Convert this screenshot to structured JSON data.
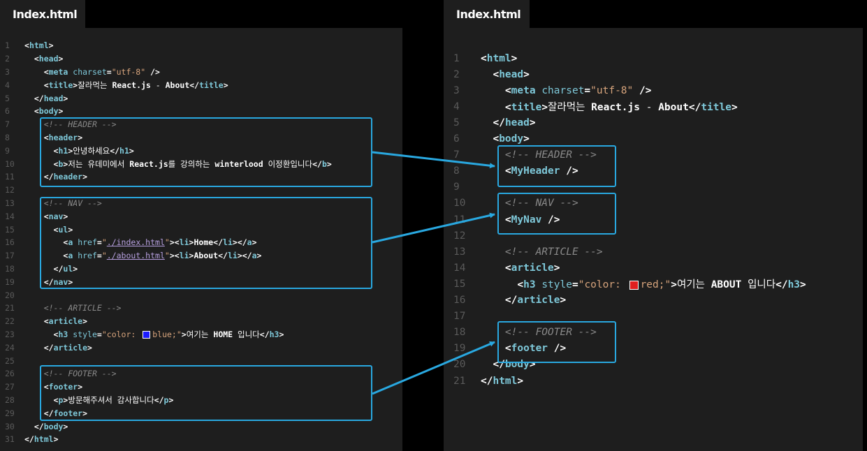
{
  "left": {
    "tab_title": "Index.html",
    "lines": [
      {
        "n": "1",
        "tokens": [
          [
            "tag",
            "<"
          ],
          [
            "tname",
            "html"
          ],
          [
            "tag",
            ">"
          ]
        ]
      },
      {
        "n": "2",
        "tokens": [
          [
            "code",
            "  "
          ],
          [
            "tag",
            "<"
          ],
          [
            "tname",
            "head"
          ],
          [
            "tag",
            ">"
          ]
        ]
      },
      {
        "n": "3",
        "tokens": [
          [
            "code",
            "    "
          ],
          [
            "tag",
            "<"
          ],
          [
            "tname",
            "meta"
          ],
          [
            "code",
            " "
          ],
          [
            "attr",
            "charset"
          ],
          [
            "tag",
            "="
          ],
          [
            "str",
            "\"utf-8\""
          ],
          [
            "tag",
            " />"
          ]
        ]
      },
      {
        "n": "4",
        "tokens": [
          [
            "code",
            "    "
          ],
          [
            "tag",
            "<"
          ],
          [
            "tname",
            "title"
          ],
          [
            "tag",
            ">"
          ],
          [
            "txt",
            "잘라먹는 "
          ],
          [
            "bold",
            "React.js"
          ],
          [
            "txt",
            " - "
          ],
          [
            "bold",
            "About"
          ],
          [
            "tag",
            "</"
          ],
          [
            "tname",
            "title"
          ],
          [
            "tag",
            ">"
          ]
        ]
      },
      {
        "n": "5",
        "tokens": [
          [
            "code",
            "  "
          ],
          [
            "tag",
            "</"
          ],
          [
            "tname",
            "head"
          ],
          [
            "tag",
            ">"
          ]
        ]
      },
      {
        "n": "6",
        "tokens": [
          [
            "code",
            "  "
          ],
          [
            "tag",
            "<"
          ],
          [
            "tname",
            "body"
          ],
          [
            "tag",
            ">"
          ]
        ]
      },
      {
        "n": "7",
        "tokens": [
          [
            "code",
            "    "
          ],
          [
            "cmt",
            "<!-- HEADER -->"
          ]
        ]
      },
      {
        "n": "8",
        "tokens": [
          [
            "code",
            "    "
          ],
          [
            "tag",
            "<"
          ],
          [
            "tname",
            "header"
          ],
          [
            "tag",
            ">"
          ]
        ]
      },
      {
        "n": "9",
        "tokens": [
          [
            "code",
            "      "
          ],
          [
            "tag",
            "<"
          ],
          [
            "tname",
            "h1"
          ],
          [
            "tag",
            ">"
          ],
          [
            "txt",
            "안녕하세요"
          ],
          [
            "tag",
            "</"
          ],
          [
            "tname",
            "h1"
          ],
          [
            "tag",
            ">"
          ]
        ]
      },
      {
        "n": "10",
        "tokens": [
          [
            "code",
            "      "
          ],
          [
            "tag",
            "<"
          ],
          [
            "tname",
            "b"
          ],
          [
            "tag",
            ">"
          ],
          [
            "txt",
            "저는 유데미에서 "
          ],
          [
            "bold",
            "React.js"
          ],
          [
            "txt",
            "를 강의하는 "
          ],
          [
            "bold",
            "winterlood"
          ],
          [
            "txt",
            " 이정환입니다"
          ],
          [
            "tag",
            "</"
          ],
          [
            "tname",
            "b"
          ],
          [
            "tag",
            ">"
          ]
        ]
      },
      {
        "n": "11",
        "tokens": [
          [
            "code",
            "    "
          ],
          [
            "tag",
            "</"
          ],
          [
            "tname",
            "header"
          ],
          [
            "tag",
            ">"
          ]
        ]
      },
      {
        "n": "12",
        "tokens": []
      },
      {
        "n": "13",
        "tokens": [
          [
            "code",
            "    "
          ],
          [
            "cmt",
            "<!-- NAV -->"
          ]
        ]
      },
      {
        "n": "14",
        "tokens": [
          [
            "code",
            "    "
          ],
          [
            "tag",
            "<"
          ],
          [
            "tname",
            "nav"
          ],
          [
            "tag",
            ">"
          ]
        ]
      },
      {
        "n": "15",
        "tokens": [
          [
            "code",
            "      "
          ],
          [
            "tag",
            "<"
          ],
          [
            "tname",
            "ul"
          ],
          [
            "tag",
            ">"
          ]
        ]
      },
      {
        "n": "16",
        "tokens": [
          [
            "code",
            "        "
          ],
          [
            "tag",
            "<"
          ],
          [
            "tname",
            "a"
          ],
          [
            "code",
            " "
          ],
          [
            "attr",
            "href"
          ],
          [
            "tag",
            "="
          ],
          [
            "str",
            "\""
          ],
          [
            "val",
            "./index.html"
          ],
          [
            "str",
            "\""
          ],
          [
            "tag",
            "><"
          ],
          [
            "tname",
            "li"
          ],
          [
            "tag",
            ">"
          ],
          [
            "bold",
            "Home"
          ],
          [
            "tag",
            "</"
          ],
          [
            "tname",
            "li"
          ],
          [
            "tag",
            "></"
          ],
          [
            "tname",
            "a"
          ],
          [
            "tag",
            ">"
          ]
        ]
      },
      {
        "n": "17",
        "tokens": [
          [
            "code",
            "        "
          ],
          [
            "tag",
            "<"
          ],
          [
            "tname",
            "a"
          ],
          [
            "code",
            " "
          ],
          [
            "attr",
            "href"
          ],
          [
            "tag",
            "="
          ],
          [
            "str",
            "\""
          ],
          [
            "val",
            "./about.html"
          ],
          [
            "str",
            "\""
          ],
          [
            "tag",
            "><"
          ],
          [
            "tname",
            "li"
          ],
          [
            "tag",
            ">"
          ],
          [
            "bold",
            "About"
          ],
          [
            "tag",
            "</"
          ],
          [
            "tname",
            "li"
          ],
          [
            "tag",
            "></"
          ],
          [
            "tname",
            "a"
          ],
          [
            "tag",
            ">"
          ]
        ]
      },
      {
        "n": "18",
        "tokens": [
          [
            "code",
            "      "
          ],
          [
            "tag",
            "</"
          ],
          [
            "tname",
            "ul"
          ],
          [
            "tag",
            ">"
          ]
        ]
      },
      {
        "n": "19",
        "tokens": [
          [
            "code",
            "    "
          ],
          [
            "tag",
            "</"
          ],
          [
            "tname",
            "nav"
          ],
          [
            "tag",
            ">"
          ]
        ]
      },
      {
        "n": "20",
        "tokens": []
      },
      {
        "n": "21",
        "tokens": [
          [
            "code",
            "    "
          ],
          [
            "cmt",
            "<!-- ARTICLE -->"
          ]
        ]
      },
      {
        "n": "22",
        "tokens": [
          [
            "code",
            "    "
          ],
          [
            "tag",
            "<"
          ],
          [
            "tname",
            "article"
          ],
          [
            "tag",
            ">"
          ]
        ]
      },
      {
        "n": "23",
        "tokens": [
          [
            "code",
            "      "
          ],
          [
            "tag",
            "<"
          ],
          [
            "tname",
            "h3"
          ],
          [
            "code",
            " "
          ],
          [
            "attr",
            "style"
          ],
          [
            "tag",
            "="
          ],
          [
            "str",
            "\"color: "
          ],
          [
            "swatch",
            "#1c1cff"
          ],
          [
            "str",
            "blue;\""
          ],
          [
            "tag",
            ">"
          ],
          [
            "txt",
            "여기는 "
          ],
          [
            "bold",
            "HOME"
          ],
          [
            "txt",
            " 입니다"
          ],
          [
            "tag",
            "</"
          ],
          [
            "tname",
            "h3"
          ],
          [
            "tag",
            ">"
          ]
        ]
      },
      {
        "n": "24",
        "tokens": [
          [
            "code",
            "    "
          ],
          [
            "tag",
            "</"
          ],
          [
            "tname",
            "article"
          ],
          [
            "tag",
            ">"
          ]
        ]
      },
      {
        "n": "25",
        "tokens": []
      },
      {
        "n": "26",
        "tokens": [
          [
            "code",
            "    "
          ],
          [
            "cmt",
            "<!-- FOOTER -->"
          ]
        ]
      },
      {
        "n": "27",
        "tokens": [
          [
            "code",
            "    "
          ],
          [
            "tag",
            "<"
          ],
          [
            "tname",
            "footer"
          ],
          [
            "tag",
            ">"
          ]
        ]
      },
      {
        "n": "28",
        "tokens": [
          [
            "code",
            "      "
          ],
          [
            "tag",
            "<"
          ],
          [
            "tname",
            "p"
          ],
          [
            "tag",
            ">"
          ],
          [
            "txt",
            "방문해주셔서 감사합니다"
          ],
          [
            "tag",
            "</"
          ],
          [
            "tname",
            "p"
          ],
          [
            "tag",
            ">"
          ]
        ]
      },
      {
        "n": "29",
        "tokens": [
          [
            "code",
            "    "
          ],
          [
            "tag",
            "</"
          ],
          [
            "tname",
            "footer"
          ],
          [
            "tag",
            ">"
          ]
        ]
      },
      {
        "n": "30",
        "tokens": [
          [
            "code",
            "  "
          ],
          [
            "tag",
            "</"
          ],
          [
            "tname",
            "body"
          ],
          [
            "tag",
            ">"
          ]
        ]
      },
      {
        "n": "31",
        "tokens": [
          [
            "tag",
            "</"
          ],
          [
            "tname",
            "html"
          ],
          [
            "tag",
            ">"
          ]
        ]
      }
    ]
  },
  "right": {
    "tab_title": "Index.html",
    "lines": [
      {
        "n": "1",
        "tokens": [
          [
            "tag",
            "<"
          ],
          [
            "tname",
            "html"
          ],
          [
            "tag",
            ">"
          ]
        ]
      },
      {
        "n": "2",
        "tokens": [
          [
            "code",
            "  "
          ],
          [
            "tag",
            "<"
          ],
          [
            "tname",
            "head"
          ],
          [
            "tag",
            ">"
          ]
        ]
      },
      {
        "n": "3",
        "tokens": [
          [
            "code",
            "    "
          ],
          [
            "tag",
            "<"
          ],
          [
            "tname",
            "meta"
          ],
          [
            "code",
            " "
          ],
          [
            "attr",
            "charset"
          ],
          [
            "tag",
            "="
          ],
          [
            "str",
            "\"utf-8\""
          ],
          [
            "tag",
            " />"
          ]
        ]
      },
      {
        "n": "4",
        "tokens": [
          [
            "code",
            "    "
          ],
          [
            "tag",
            "<"
          ],
          [
            "tname",
            "title"
          ],
          [
            "tag",
            ">"
          ],
          [
            "txt",
            "잘라먹는 "
          ],
          [
            "bold",
            "React.js"
          ],
          [
            "txt",
            " - "
          ],
          [
            "bold",
            "About"
          ],
          [
            "tag",
            "</"
          ],
          [
            "tname",
            "title"
          ],
          [
            "tag",
            ">"
          ]
        ]
      },
      {
        "n": "5",
        "tokens": [
          [
            "code",
            "  "
          ],
          [
            "tag",
            "</"
          ],
          [
            "tname",
            "head"
          ],
          [
            "tag",
            ">"
          ]
        ]
      },
      {
        "n": "6",
        "tokens": [
          [
            "code",
            "  "
          ],
          [
            "tag",
            "<"
          ],
          [
            "tname",
            "body"
          ],
          [
            "tag",
            ">"
          ]
        ]
      },
      {
        "n": "7",
        "tokens": [
          [
            "code",
            "    "
          ],
          [
            "cmt",
            "<!-- HEADER -->"
          ]
        ]
      },
      {
        "n": "8",
        "tokens": [
          [
            "code",
            "    "
          ],
          [
            "tag",
            "<"
          ],
          [
            "tname",
            "MyHeader"
          ],
          [
            "tag",
            " />"
          ]
        ]
      },
      {
        "n": "9",
        "tokens": []
      },
      {
        "n": "10",
        "tokens": [
          [
            "code",
            "    "
          ],
          [
            "cmt",
            "<!-- NAV -->"
          ]
        ]
      },
      {
        "n": "11",
        "tokens": [
          [
            "code",
            "    "
          ],
          [
            "tag",
            "<"
          ],
          [
            "tname",
            "MyNav"
          ],
          [
            "tag",
            " />"
          ]
        ]
      },
      {
        "n": "12",
        "tokens": []
      },
      {
        "n": "13",
        "tokens": [
          [
            "code",
            "    "
          ],
          [
            "cmt",
            "<!-- ARTICLE -->"
          ]
        ]
      },
      {
        "n": "14",
        "tokens": [
          [
            "code",
            "    "
          ],
          [
            "tag",
            "<"
          ],
          [
            "tname",
            "article"
          ],
          [
            "tag",
            ">"
          ]
        ]
      },
      {
        "n": "15",
        "tokens": [
          [
            "code",
            "      "
          ],
          [
            "tag",
            "<"
          ],
          [
            "tname",
            "h3"
          ],
          [
            "code",
            " "
          ],
          [
            "attr",
            "style"
          ],
          [
            "tag",
            "="
          ],
          [
            "str",
            "\"color: "
          ],
          [
            "swatch",
            "#e02020"
          ],
          [
            "str",
            "red;\""
          ],
          [
            "tag",
            ">"
          ],
          [
            "txt",
            "여기는 "
          ],
          [
            "bold",
            "ABOUT"
          ],
          [
            "txt",
            " 입니다"
          ],
          [
            "tag",
            "</"
          ],
          [
            "tname",
            "h3"
          ],
          [
            "tag",
            ">"
          ]
        ]
      },
      {
        "n": "16",
        "tokens": [
          [
            "code",
            "    "
          ],
          [
            "tag",
            "</"
          ],
          [
            "tname",
            "article"
          ],
          [
            "tag",
            ">"
          ]
        ]
      },
      {
        "n": "17",
        "tokens": []
      },
      {
        "n": "18",
        "tokens": [
          [
            "code",
            "    "
          ],
          [
            "cmt",
            "<!-- FOOTER -->"
          ]
        ]
      },
      {
        "n": "19",
        "tokens": [
          [
            "code",
            "    "
          ],
          [
            "tag",
            "<"
          ],
          [
            "tname",
            "footer"
          ],
          [
            "tag",
            " />"
          ]
        ]
      },
      {
        "n": "20",
        "tokens": [
          [
            "code",
            "  "
          ],
          [
            "tag",
            "</"
          ],
          [
            "tname",
            "body"
          ],
          [
            "tag",
            ">"
          ]
        ]
      },
      {
        "n": "21",
        "tokens": [
          [
            "tag",
            "</"
          ],
          [
            "tname",
            "html"
          ],
          [
            "tag",
            ">"
          ]
        ]
      }
    ]
  },
  "colors": {
    "highlight": "#29a8e0",
    "panel_bg": "#1e1e1e",
    "page_bg": "#000000"
  }
}
